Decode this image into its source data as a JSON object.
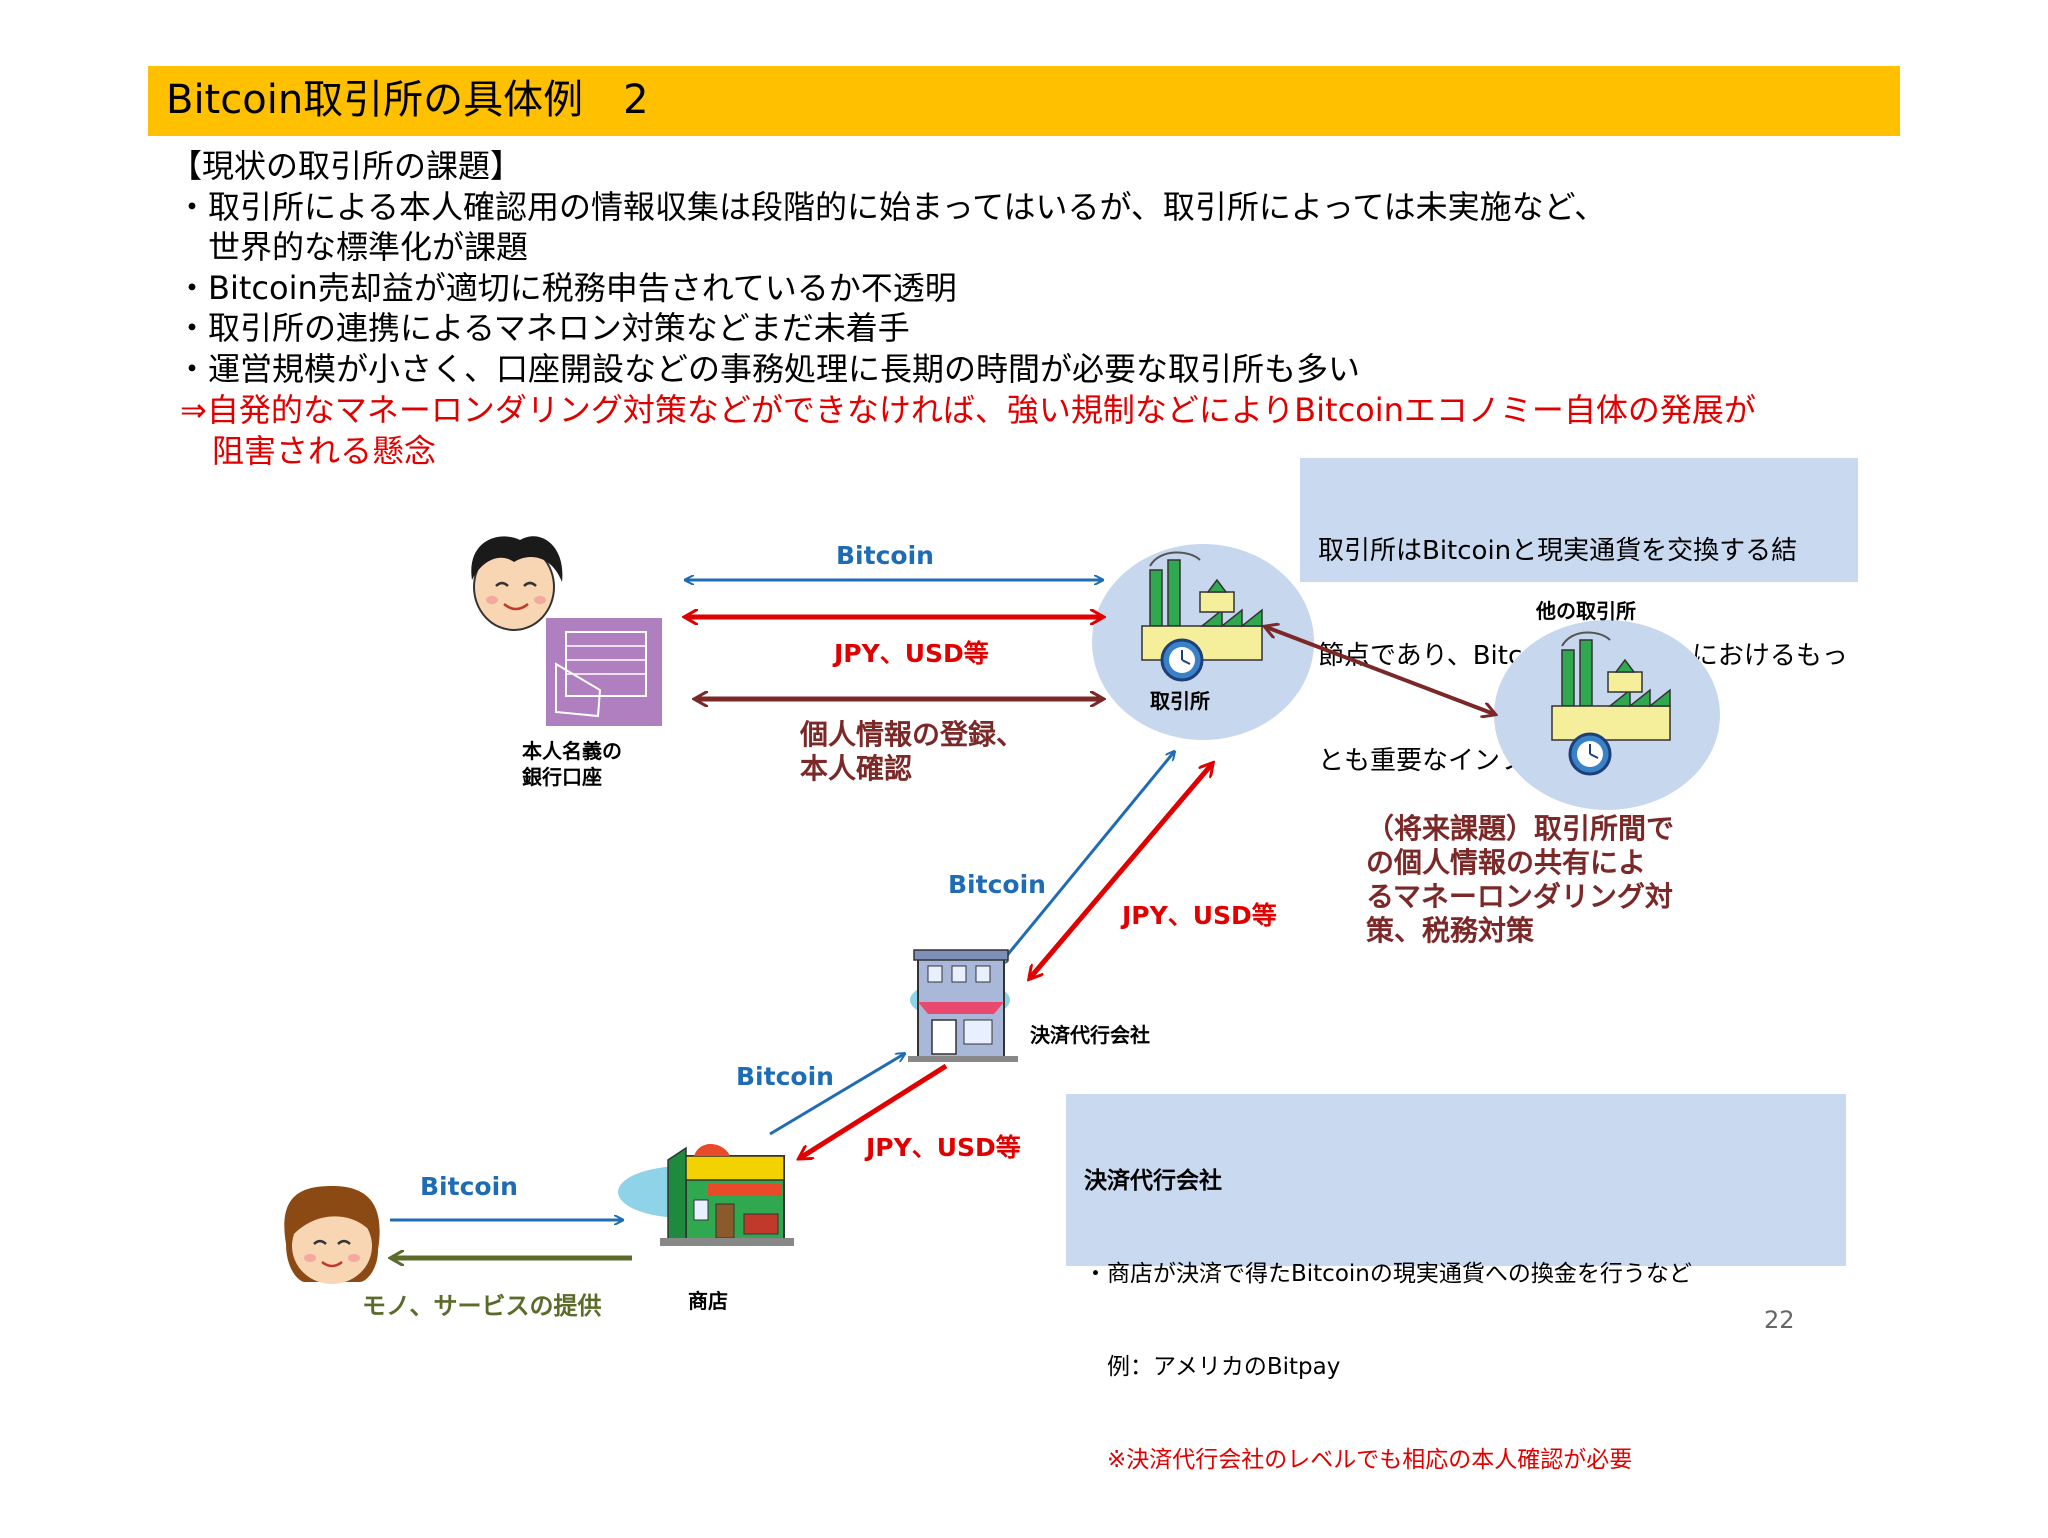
{
  "slide": {
    "title": "Bitcoin取引所の具体例　2",
    "page_number": "22"
  },
  "issues": {
    "heading": "【現状の取引所の課題】",
    "lines": [
      "・取引所による本人確認用の情報収集は段階的に始まってはいるが、取引所によっては未実施など、",
      "　世界的な標準化が課題",
      "・Bitcoin売却益が適切に税務申告されているか不透明",
      "・取引所の連携によるマネロン対策などまだ未着手",
      "・運営規模が小さく、口座開設などの事務処理に長期の時間が必要な取引所も多い"
    ],
    "conclusion_lines": [
      "⇒自発的なマネーロンダリング対策などができなければ、強い規制などによりBitcoinエコノミー自体の発展が",
      "　阻害される懸念"
    ]
  },
  "info_box": {
    "lines": [
      "取引所はBitcoinと現実通貨を交換する結",
      "節点であり、Bitcoinエコノミーにおけるもっ",
      "とも重要なインフラと言える"
    ]
  },
  "diagram": {
    "bank_label": [
      "本人名義の",
      "銀行口座"
    ],
    "exchange_label": "取引所",
    "other_exchange_label": "他の取引所",
    "payment_agent_label": "決済代行会社",
    "shop_label": "商店",
    "bitcoin_label": "Bitcoin",
    "fiat_label": "JPY、USD等",
    "personal_info_label": [
      "個人情報の登録、",
      "本人確認"
    ],
    "future_issue_label": [
      "（将来課題）取引所間で",
      "の個人情報の共有によ",
      "るマネーロンダリング対",
      "策、税務対策"
    ],
    "goods_label": "モノ、サービスの提供"
  },
  "agent_box": {
    "title": "決済代行会社",
    "line1": "・商店が決済で得たBitcoinの現実通貨への換金を行うなど",
    "line2": "　例：アメリカのBitpay",
    "line3": "　※決済代行会社のレベルでも相応の本人確認が必要"
  },
  "colors": {
    "title_bar": "#ffc000",
    "bitcoin_arrow": "#1f6cb5",
    "fiat_arrow": "#e00000",
    "info_arrow": "#7b2828",
    "goods_arrow": "#5a6b2a",
    "note_box": "#c9d9ef",
    "bank_icon": "#b07fc0"
  },
  "icons": [
    "man-avatar-icon",
    "bank-passbook-icon",
    "factory-icon",
    "clock-icon",
    "building-icon",
    "shop-icon",
    "woman-avatar-icon"
  ]
}
